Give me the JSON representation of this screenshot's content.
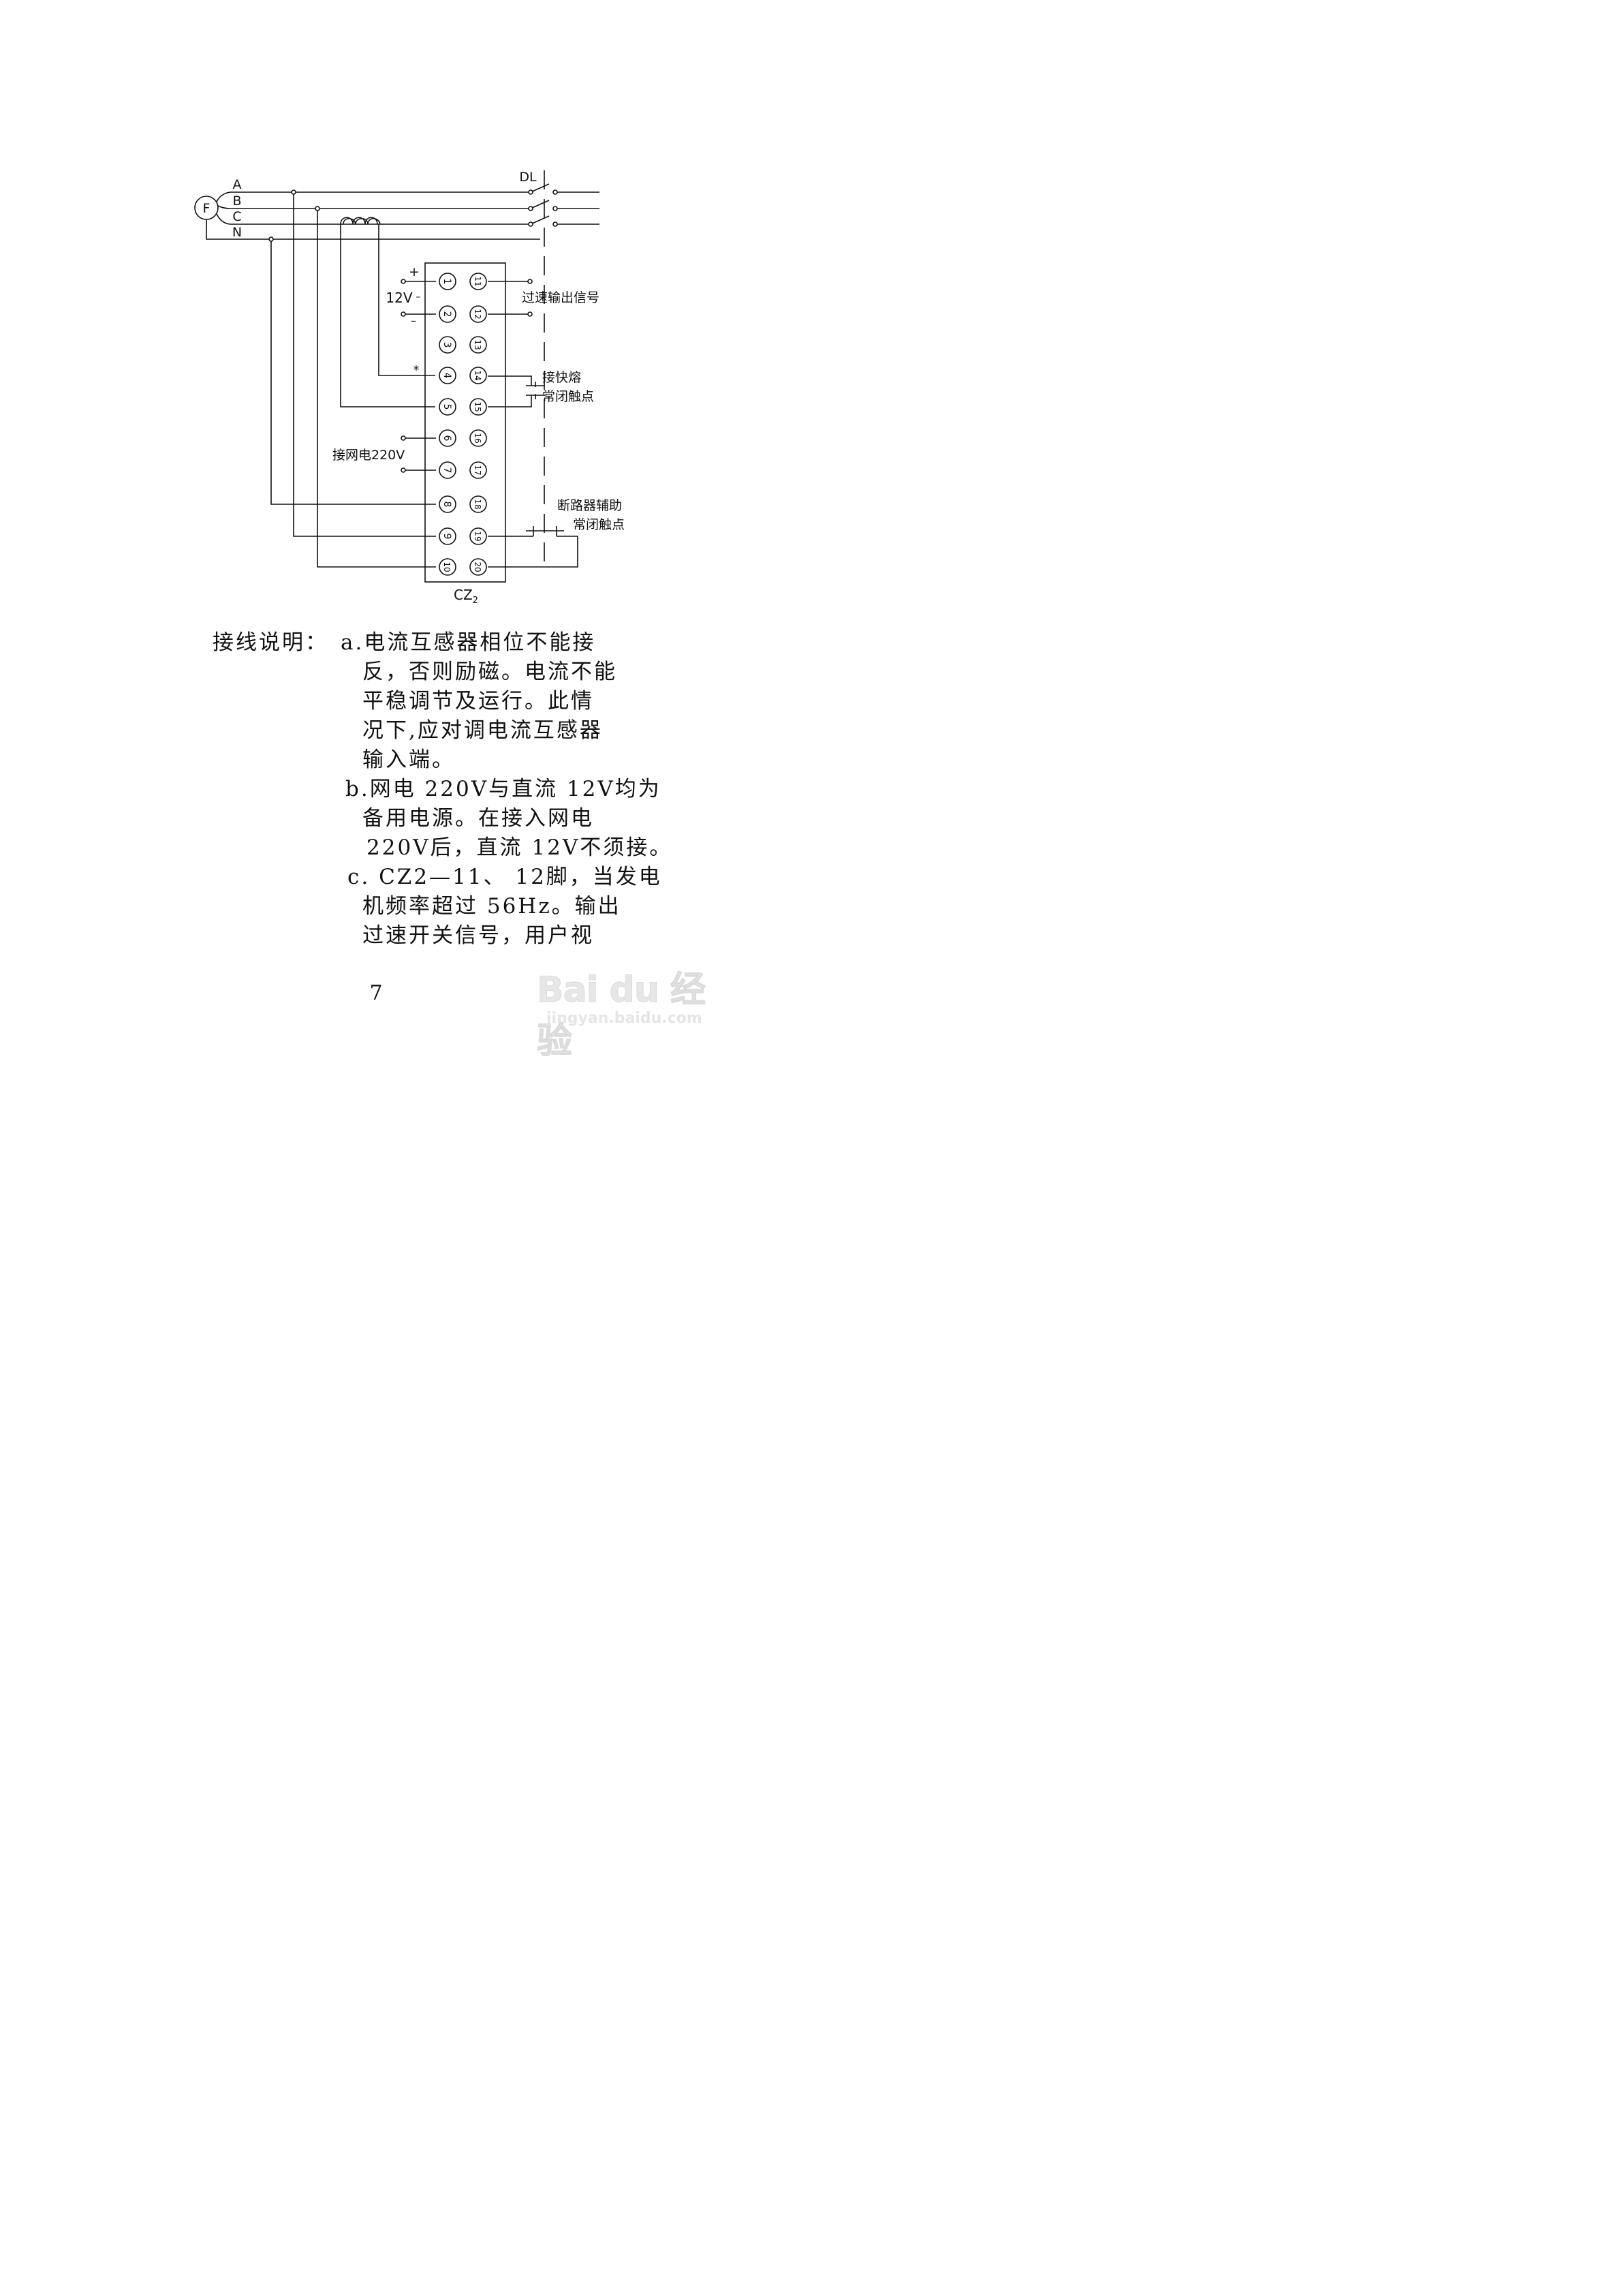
{
  "diagram": {
    "generator_label": "F",
    "phase_labels": [
      "A",
      "B",
      "C",
      "N"
    ],
    "breaker_label": "DL",
    "box_label": "CZ",
    "box_label_sub": "2",
    "left_pins": [
      "1",
      "2",
      "3",
      "4",
      "5",
      "6",
      "7",
      "8",
      "9",
      "10"
    ],
    "right_pins": [
      "11",
      "12",
      "13",
      "14",
      "15",
      "16",
      "17",
      "18",
      "19",
      "20"
    ],
    "plus_sign": "+",
    "minus_sign": "–",
    "voltage_12v": "12V",
    "star_mark": "*",
    "overspeed_signal": "过速输出信号",
    "fuse_contact_line1": "接快熔",
    "fuse_contact_line2": "常闭触点",
    "mains_220v": "接网电220V",
    "breaker_aux_line1": "断路器辅助",
    "breaker_aux_line2": "常闭触点"
  },
  "notes": {
    "label": "接线说明：",
    "lines": [
      "a.电流互感器相位不能接",
      "反，否则励磁。电流不能",
      "平稳调节及运行。此情",
      "况下,应对调电流互感器",
      "输入端。",
      "b.网电 220V与直流 12V均为",
      "备用电源。在接入网电",
      "220V后，直流 12V不须接。",
      "c. CZ2—11、 12脚，当发电",
      "机频率超过 56Hz。输出",
      "过速开关信号，用户视"
    ]
  },
  "page_number": "7",
  "watermark": {
    "logo": "Bai du 经验",
    "url": "jingyan.baidu.com"
  }
}
